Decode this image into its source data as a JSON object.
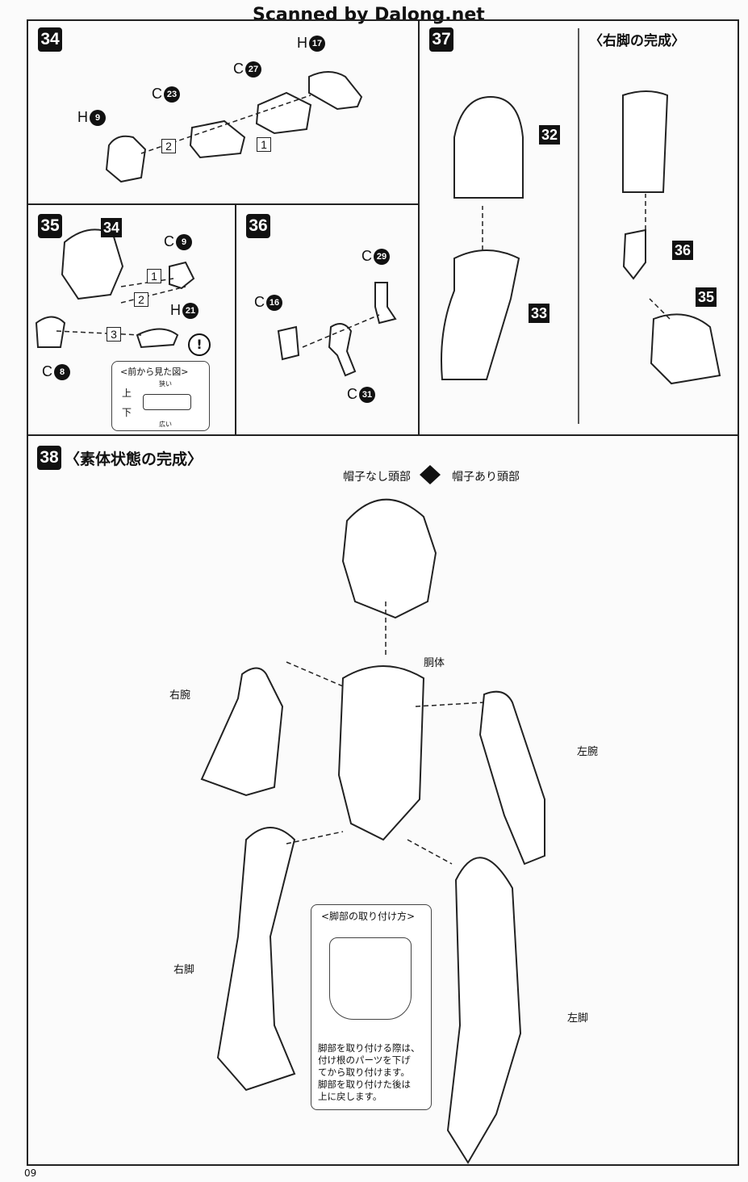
{
  "watermark": "Scanned by Dalong.net",
  "page_number": "09",
  "step34": {
    "number": "34",
    "parts": [
      {
        "letter": "H",
        "num": "9"
      },
      {
        "letter": "C",
        "num": "23"
      },
      {
        "letter": "C",
        "num": "27"
      },
      {
        "letter": "H",
        "num": "17"
      }
    ],
    "order": [
      "2",
      "1"
    ]
  },
  "step35": {
    "number": "35",
    "subassembly": "34",
    "parts": [
      {
        "letter": "C",
        "num": "9"
      },
      {
        "letter": "H",
        "num": "21"
      },
      {
        "letter": "C",
        "num": "8"
      }
    ],
    "order": [
      "1",
      "2",
      "3"
    ],
    "caution": "!",
    "inset": {
      "title": "<前から見た図>",
      "top": "上",
      "bottom": "下",
      "narrow": "狭い",
      "wide": "広い"
    }
  },
  "step36": {
    "number": "36",
    "parts": [
      {
        "letter": "C",
        "num": "29"
      },
      {
        "letter": "C",
        "num": "16"
      },
      {
        "letter": "C",
        "num": "31"
      }
    ]
  },
  "step37": {
    "number": "37",
    "subassemblies": [
      "32",
      "33"
    ],
    "subtitle": "〈右脚の完成〉",
    "subassemblies2": [
      "36",
      "35"
    ]
  },
  "step38": {
    "number": "38",
    "title": "〈素体状態の完成〉",
    "head_without_hat": "帽子なし頭部",
    "head_with_hat": "帽子あり頭部",
    "torso": "胴体",
    "right_arm": "右腕",
    "left_arm": "左腕",
    "right_leg": "右脚",
    "left_leg": "左脚",
    "note": {
      "title": "<脚部の取り付け方>",
      "lines": [
        "脚部を取り付ける際は、",
        "付け根のパーツを下げ",
        "てから取り付けます。",
        "脚部を取り付けた後は",
        "上に戻します。"
      ]
    }
  }
}
